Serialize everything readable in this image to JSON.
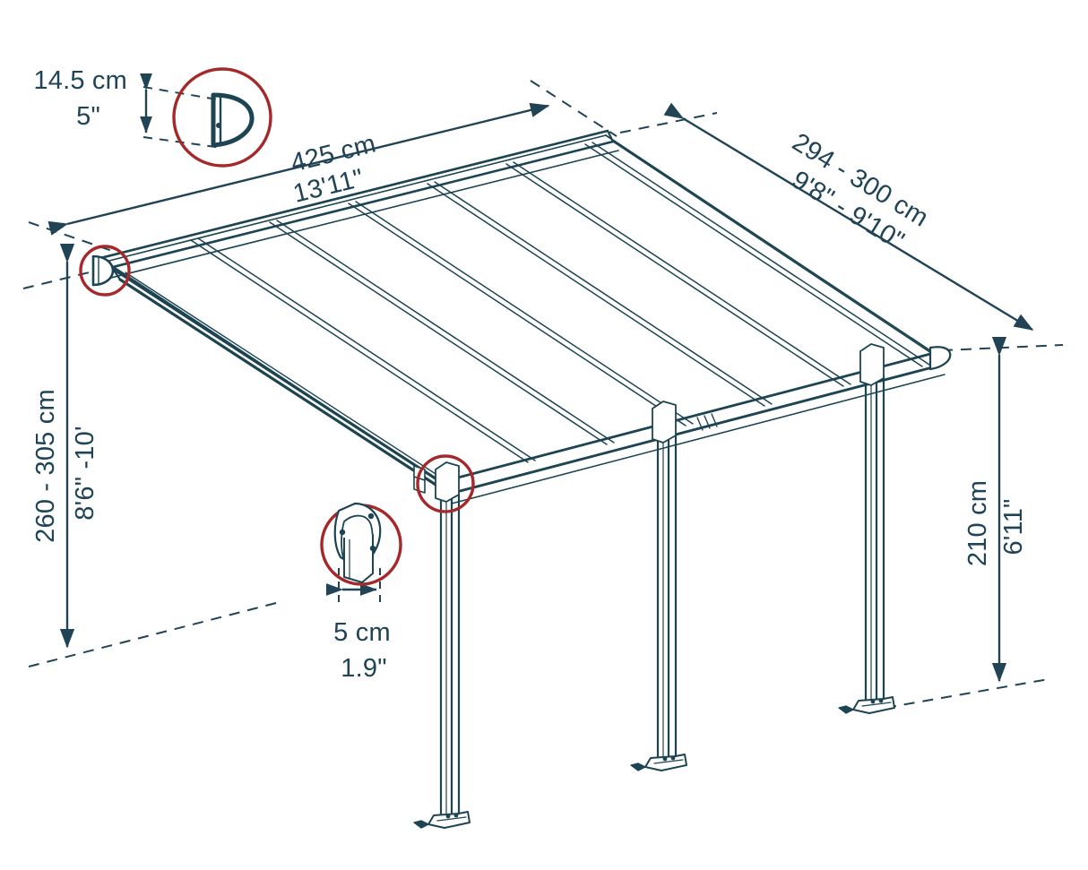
{
  "drawing": {
    "title": "Patio cover / pergola isometric dimension drawing",
    "background_color": "#ffffff",
    "line_color": "#204455",
    "structure_color": "#1c4452",
    "highlight_circle_color": "#a5282b",
    "text_color": "#204455"
  },
  "dimensions": {
    "profile_height": {
      "metric": "14.5 cm",
      "imperial": "5\"",
      "label_name": "gutter-profile-height"
    },
    "width": {
      "metric": "425 cm",
      "imperial": "13'11\"",
      "label_name": "overall-width"
    },
    "depth": {
      "metric": "294 - 300 cm",
      "imperial": "9'8\" - 9'10\"",
      "label_name": "overall-depth"
    },
    "wall_height": {
      "metric": "260 - 305 cm",
      "imperial": "8'6\" -10'",
      "label_name": "wall-mount-height"
    },
    "front_height": {
      "metric": "210 cm",
      "imperial": "6'11\"",
      "label_name": "front-post-height"
    },
    "post_width": {
      "metric": "5 cm",
      "imperial": "1.9\"",
      "label_name": "post-width"
    }
  },
  "callouts": [
    {
      "name": "gutter-profile-detail",
      "shape": "circle"
    },
    {
      "name": "eave-corner-detail",
      "shape": "circle"
    },
    {
      "name": "post-bracket-detail",
      "shape": "circle"
    },
    {
      "name": "post-section-detail",
      "shape": "circle"
    }
  ],
  "structure": {
    "roof_panel_count": 6,
    "post_count": 3,
    "icons": {
      "arrow": "dimension-arrow",
      "dashed": "reference-line"
    }
  }
}
